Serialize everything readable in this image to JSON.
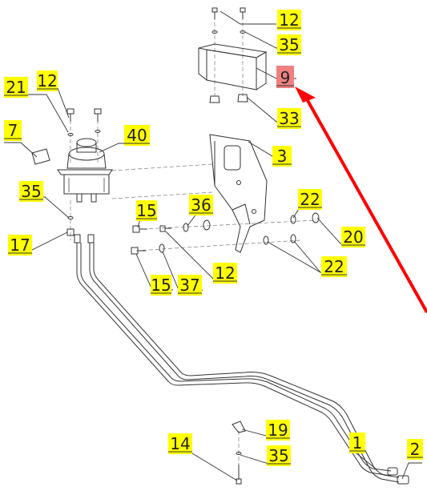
{
  "callouts": [
    {
      "id": "c12a",
      "label": "12",
      "highlight": false
    },
    {
      "id": "c35a",
      "label": "35",
      "highlight": false
    },
    {
      "id": "c9",
      "label": "9",
      "highlight": true
    },
    {
      "id": "c33",
      "label": "33",
      "highlight": false
    },
    {
      "id": "c3",
      "label": "3",
      "highlight": false
    },
    {
      "id": "c21",
      "label": "21",
      "highlight": false
    },
    {
      "id": "c12b",
      "label": "12",
      "highlight": false
    },
    {
      "id": "c7",
      "label": "7",
      "highlight": false
    },
    {
      "id": "c40",
      "label": "40",
      "highlight": false
    },
    {
      "id": "c35b",
      "label": "35",
      "highlight": false
    },
    {
      "id": "c17",
      "label": "17",
      "highlight": false
    },
    {
      "id": "c15a",
      "label": "15",
      "highlight": false
    },
    {
      "id": "c36",
      "label": "36",
      "highlight": false
    },
    {
      "id": "c22a",
      "label": "22",
      "highlight": false
    },
    {
      "id": "c20",
      "label": "20",
      "highlight": false
    },
    {
      "id": "c15b",
      "label": "15",
      "highlight": false
    },
    {
      "id": "c37",
      "label": "37",
      "highlight": false
    },
    {
      "id": "c12c",
      "label": "12",
      "highlight": false
    },
    {
      "id": "c22b",
      "label": "22",
      "highlight": false
    },
    {
      "id": "c19",
      "label": "19",
      "highlight": false
    },
    {
      "id": "c14",
      "label": "14",
      "highlight": false
    },
    {
      "id": "c35c",
      "label": "35",
      "highlight": false
    },
    {
      "id": "c1",
      "label": "1",
      "highlight": false
    },
    {
      "id": "c2",
      "label": "2",
      "highlight": false
    }
  ],
  "colors": {
    "callout_fill": "#ffff00",
    "highlight_fill": "#f08080",
    "arrow": "#ff0000",
    "line": "#333333"
  }
}
